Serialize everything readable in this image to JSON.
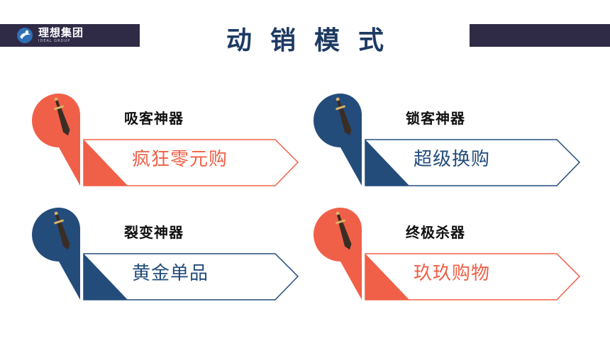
{
  "header": {
    "logo_text": "理想集团",
    "logo_subtext": "IDEAL GROUP",
    "title": "动销模式"
  },
  "colors": {
    "red": "#f06048",
    "blue": "#234c7b",
    "title": "#1d3a63",
    "band": "#2f2a45"
  },
  "cards": [
    {
      "heading": "吸客神器",
      "sub": "疯狂零元购",
      "theme": "red",
      "icon": "dagger-icon"
    },
    {
      "heading": "锁客神器",
      "sub": "超级换购",
      "theme": "blue",
      "icon": "dagger-icon"
    },
    {
      "heading": "裂变神器",
      "sub": "黄金单品",
      "theme": "blue",
      "icon": "dagger-icon"
    },
    {
      "heading": "终极杀器",
      "sub": "玖玖购物",
      "theme": "red",
      "icon": "dagger-icon"
    }
  ]
}
